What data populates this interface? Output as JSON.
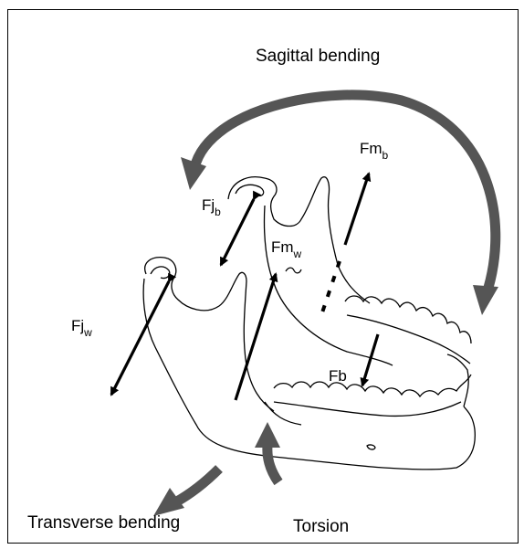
{
  "labels": {
    "sagittal": "Sagittal bending",
    "transverse": "Transverse bending",
    "torsion": "Torsion",
    "fj_b": {
      "main": "Fj",
      "sub": "b"
    },
    "fj_w": {
      "main": "Fj",
      "sub": "w"
    },
    "fm_b": {
      "main": "Fm",
      "sub": "b"
    },
    "fm_w": {
      "main": "Fm",
      "sub": "w"
    },
    "fb": "Fb"
  },
  "colors": {
    "line": "#000000",
    "moment_arrow": "#555555",
    "background": "#ffffff"
  }
}
